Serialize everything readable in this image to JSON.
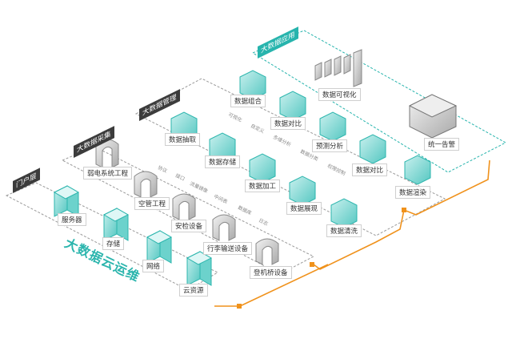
{
  "layers": {
    "iaas": "门户层",
    "collect": "大数据采集",
    "manage": "大数据管理",
    "apply": "大数据应用"
  },
  "ops_title": "大数据云运维",
  "infra": {
    "server": "服务器",
    "storage": "存储",
    "network": "网络",
    "cloud": "云资源"
  },
  "sources": {
    "weak": "弱电系统工程",
    "ac": "空管工程",
    "security": "安检设备",
    "baggage": "行李输送设备",
    "bridge": "登机桥设备"
  },
  "manage": {
    "extract": "数据抽取",
    "store": "数据存储",
    "process": "数据加工",
    "show": "数据展现",
    "clean": "数据清洗",
    "combine": "数据组合",
    "compare": "数据对比",
    "predict": "预测分析",
    "compare2": "数据对比",
    "render": "数据渲染"
  },
  "apply": {
    "visual": "数据可视化",
    "alert": "统一告警"
  },
  "faint": {
    "protocol": "协议",
    "interface": "接口",
    "traffic": "流量镜像",
    "middleware": "中间表",
    "db": "数据库",
    "log": "日志",
    "viz": "可视化",
    "custom": "自定义",
    "multidim": "多维分析",
    "stat": "数据分类",
    "perm": "权限控制"
  },
  "colors": {
    "teal": "#27b4ad",
    "orange": "#f0921c",
    "dark": "#3c3c3c"
  }
}
